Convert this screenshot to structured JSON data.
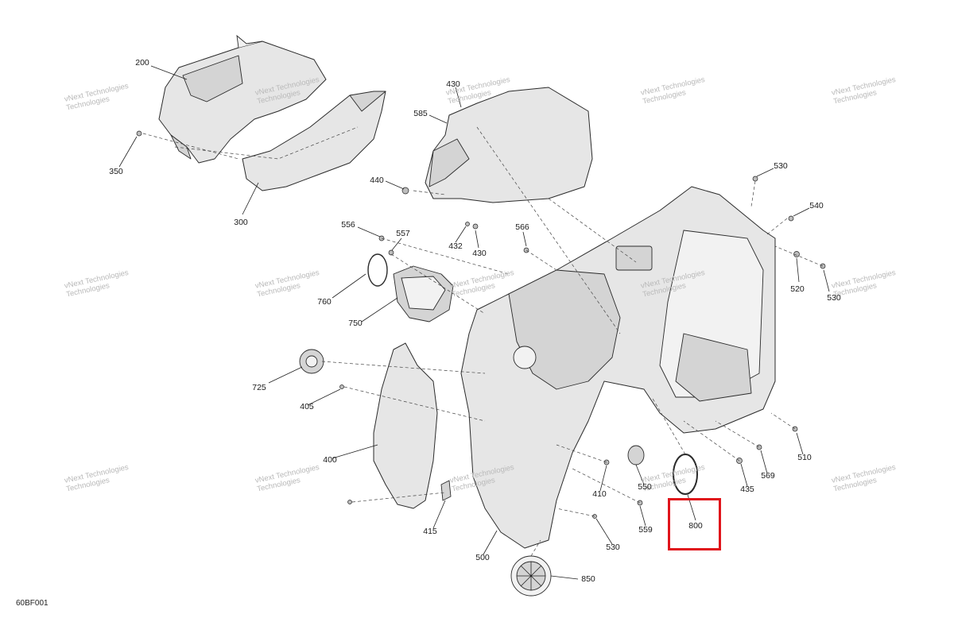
{
  "document_code": "60BF001",
  "watermark": {
    "line1": "vNext Technologies",
    "line2": "Technologies"
  },
  "highlight_color": "#e0141b",
  "highlighted_part": "800",
  "part_labels": [
    "200",
    "350",
    "300",
    "430",
    "585",
    "440",
    "432",
    "430",
    "556",
    "557",
    "566",
    "530",
    "540",
    "520",
    "530",
    "760",
    "750",
    "725",
    "405",
    "400",
    "415",
    "500",
    "850",
    "410",
    "550",
    "559",
    "530",
    "800",
    "435",
    "569",
    "510"
  ]
}
